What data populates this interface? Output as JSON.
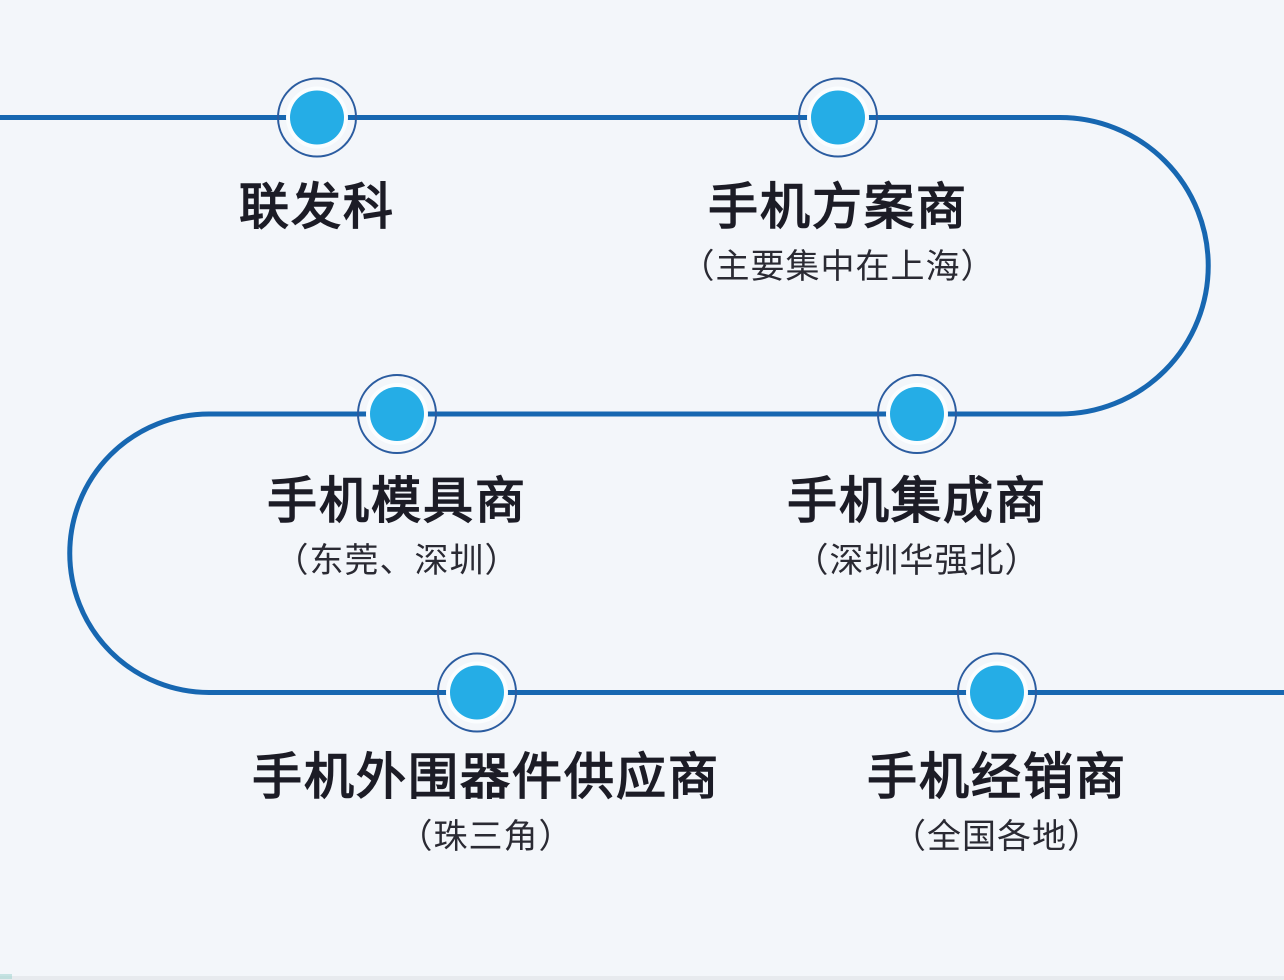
{
  "diagram": {
    "type": "flow-snake",
    "description_flow_order": [
      "联发科",
      "手机方案商",
      "手机模具商",
      "手机集成商",
      "手机外围器件供应商",
      "手机经销商"
    ],
    "background_color": "#f3f6fa",
    "line_color": "#1767b1",
    "node_fill_color": "#25ade6",
    "node_ring_color": "#2b5ca0",
    "node_halo_color": "#fafdff",
    "text_color": "#1c1c26",
    "nodes": [
      {
        "name": "联发科",
        "location": ""
      },
      {
        "name": "手机方案商",
        "location": "（主要集中在上海）"
      },
      {
        "name": "手机模具商",
        "location": "（东莞、深圳）"
      },
      {
        "name": "手机集成商",
        "location": "（深圳华强北）"
      },
      {
        "name": "手机外围器件供应商",
        "location": "（珠三角）"
      },
      {
        "name": "手机经销商",
        "location": "（全国各地）"
      }
    ]
  }
}
